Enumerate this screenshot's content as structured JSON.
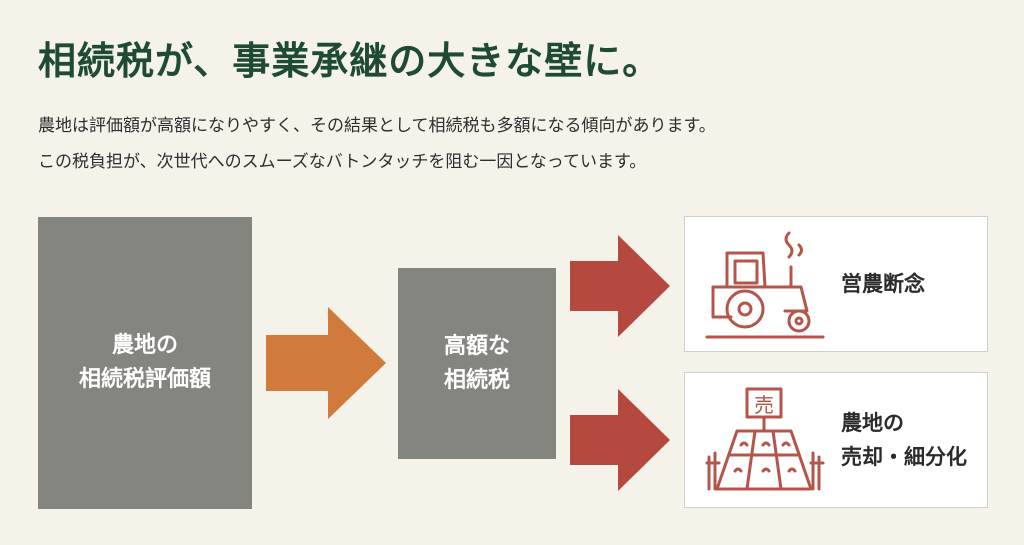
{
  "title": "相続税が、事業承継の大きな壁に。",
  "description": {
    "line1": "農地は評価額が高額になりやすく、その結果として相続税も多額になる傾向があります。",
    "line2": "この税負担が、次世代へのスムーズなバトンタッチを阻む一因となっています。"
  },
  "flow": {
    "box1": {
      "line1": "農地の",
      "line2": "相続税評価額"
    },
    "box2": {
      "line1": "高額な",
      "line2": "相続税"
    },
    "outcome1": {
      "label": "営農断念"
    },
    "outcome2": {
      "line1": "農地の",
      "line2": "売却・細分化",
      "sign": "売"
    }
  },
  "icons": {
    "outcome1": "tractor-icon",
    "outcome2": "farmland-for-sale-icon"
  },
  "colors": {
    "title": "#1f4a34",
    "box": "#858580",
    "arrow_orange": "#d07a3c",
    "arrow_red": "#b5493f",
    "icon": "#b5554a"
  }
}
